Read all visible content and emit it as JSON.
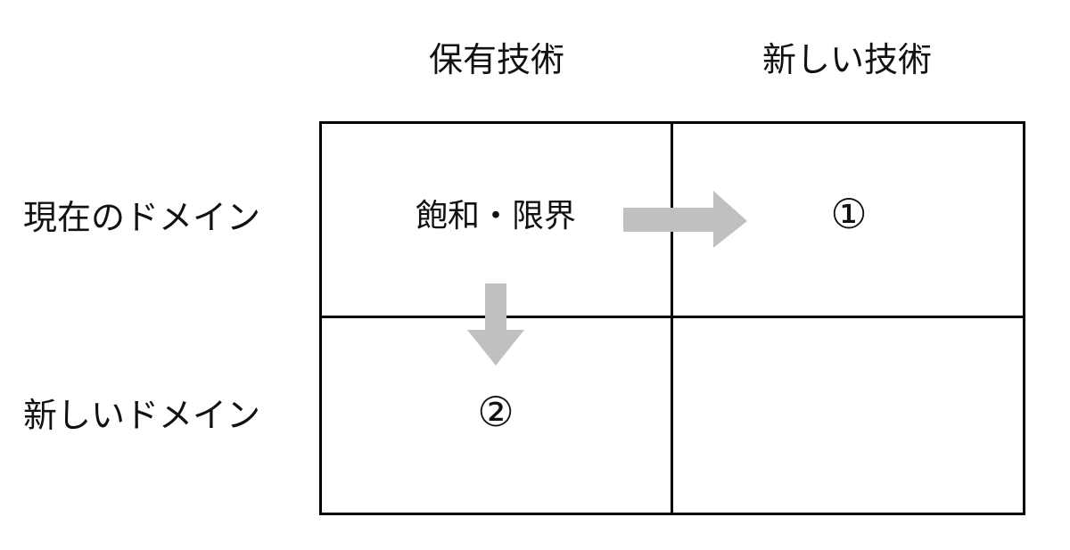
{
  "columns": [
    "保有技術",
    "新しい技術"
  ],
  "rows": [
    "現在のドメイン",
    "新しいドメイン"
  ],
  "cells": {
    "current_owned": "飽和・限界",
    "current_new": "①",
    "new_owned": "②",
    "new_new": ""
  },
  "colors": {
    "arrow": "#c0c0c0",
    "line": "#000000"
  }
}
